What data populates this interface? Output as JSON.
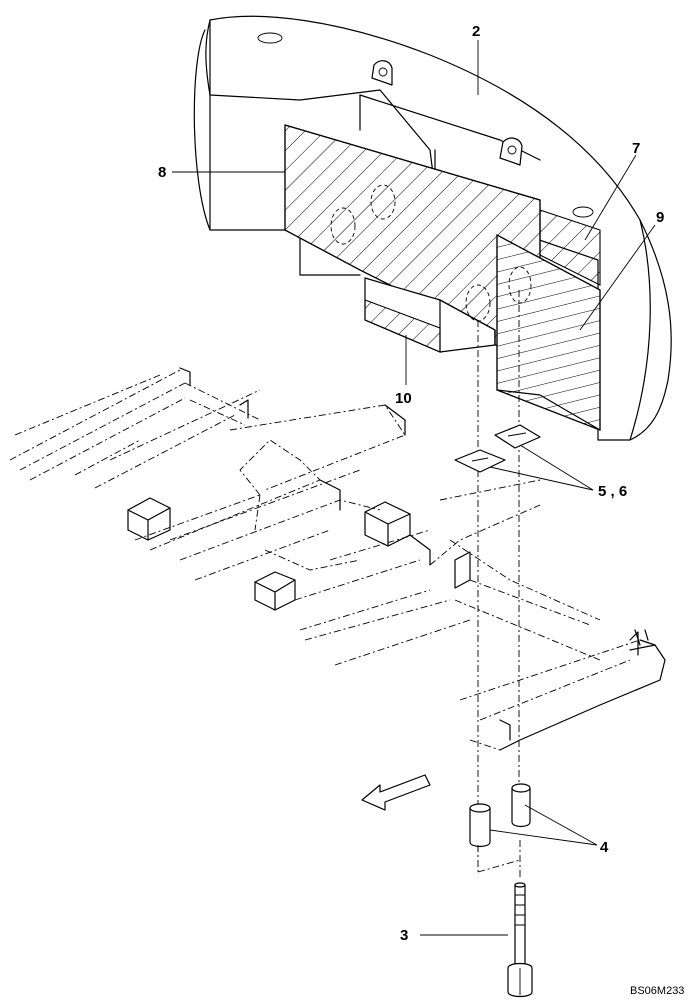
{
  "figure": {
    "drawing_code": "BS06M233"
  },
  "callouts": {
    "c2": "2",
    "c3": "3",
    "c4": "4",
    "c56": "5 , 6",
    "c7": "7",
    "c8": "8",
    "c9": "9",
    "c10": "10"
  }
}
